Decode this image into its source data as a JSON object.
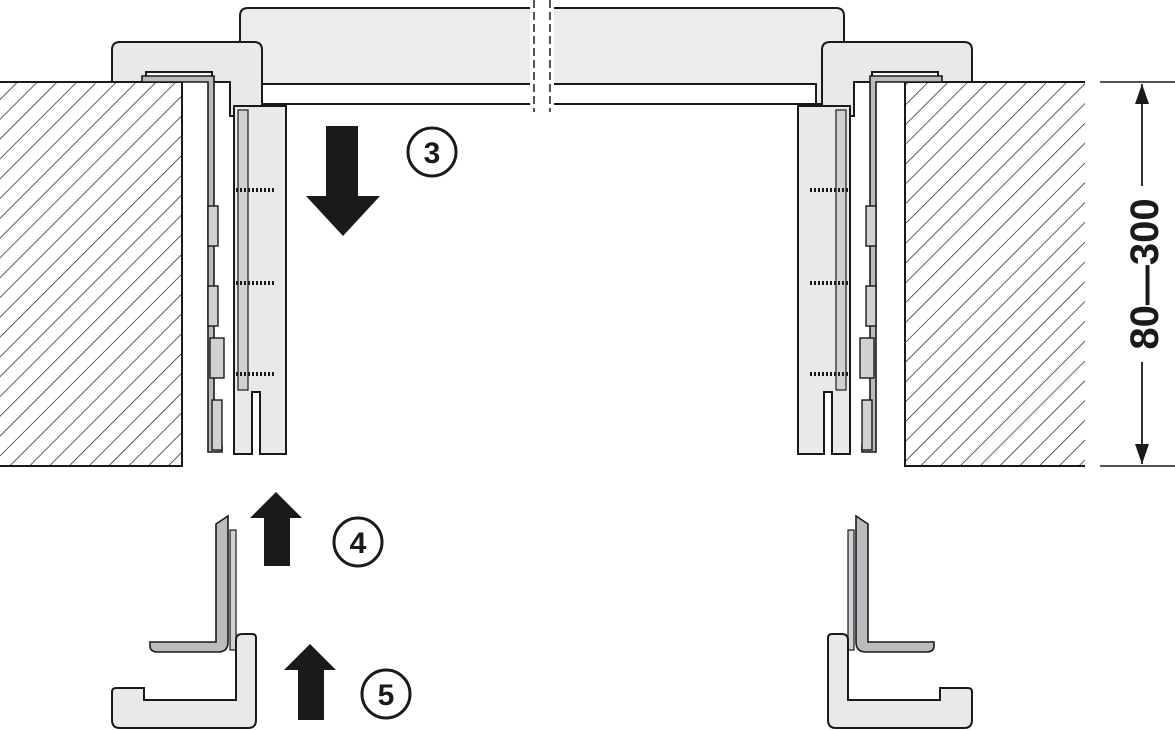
{
  "steps": [
    {
      "label": "3",
      "direction": "down"
    },
    {
      "label": "4",
      "direction": "up"
    },
    {
      "label": "5",
      "direction": "up"
    }
  ],
  "dimension": {
    "label": "80—300"
  },
  "colors": {
    "line": "#1a1a1a",
    "part_fill": "#e8e9ea",
    "frame_fill": "#ececec",
    "background": "#ffffff"
  }
}
